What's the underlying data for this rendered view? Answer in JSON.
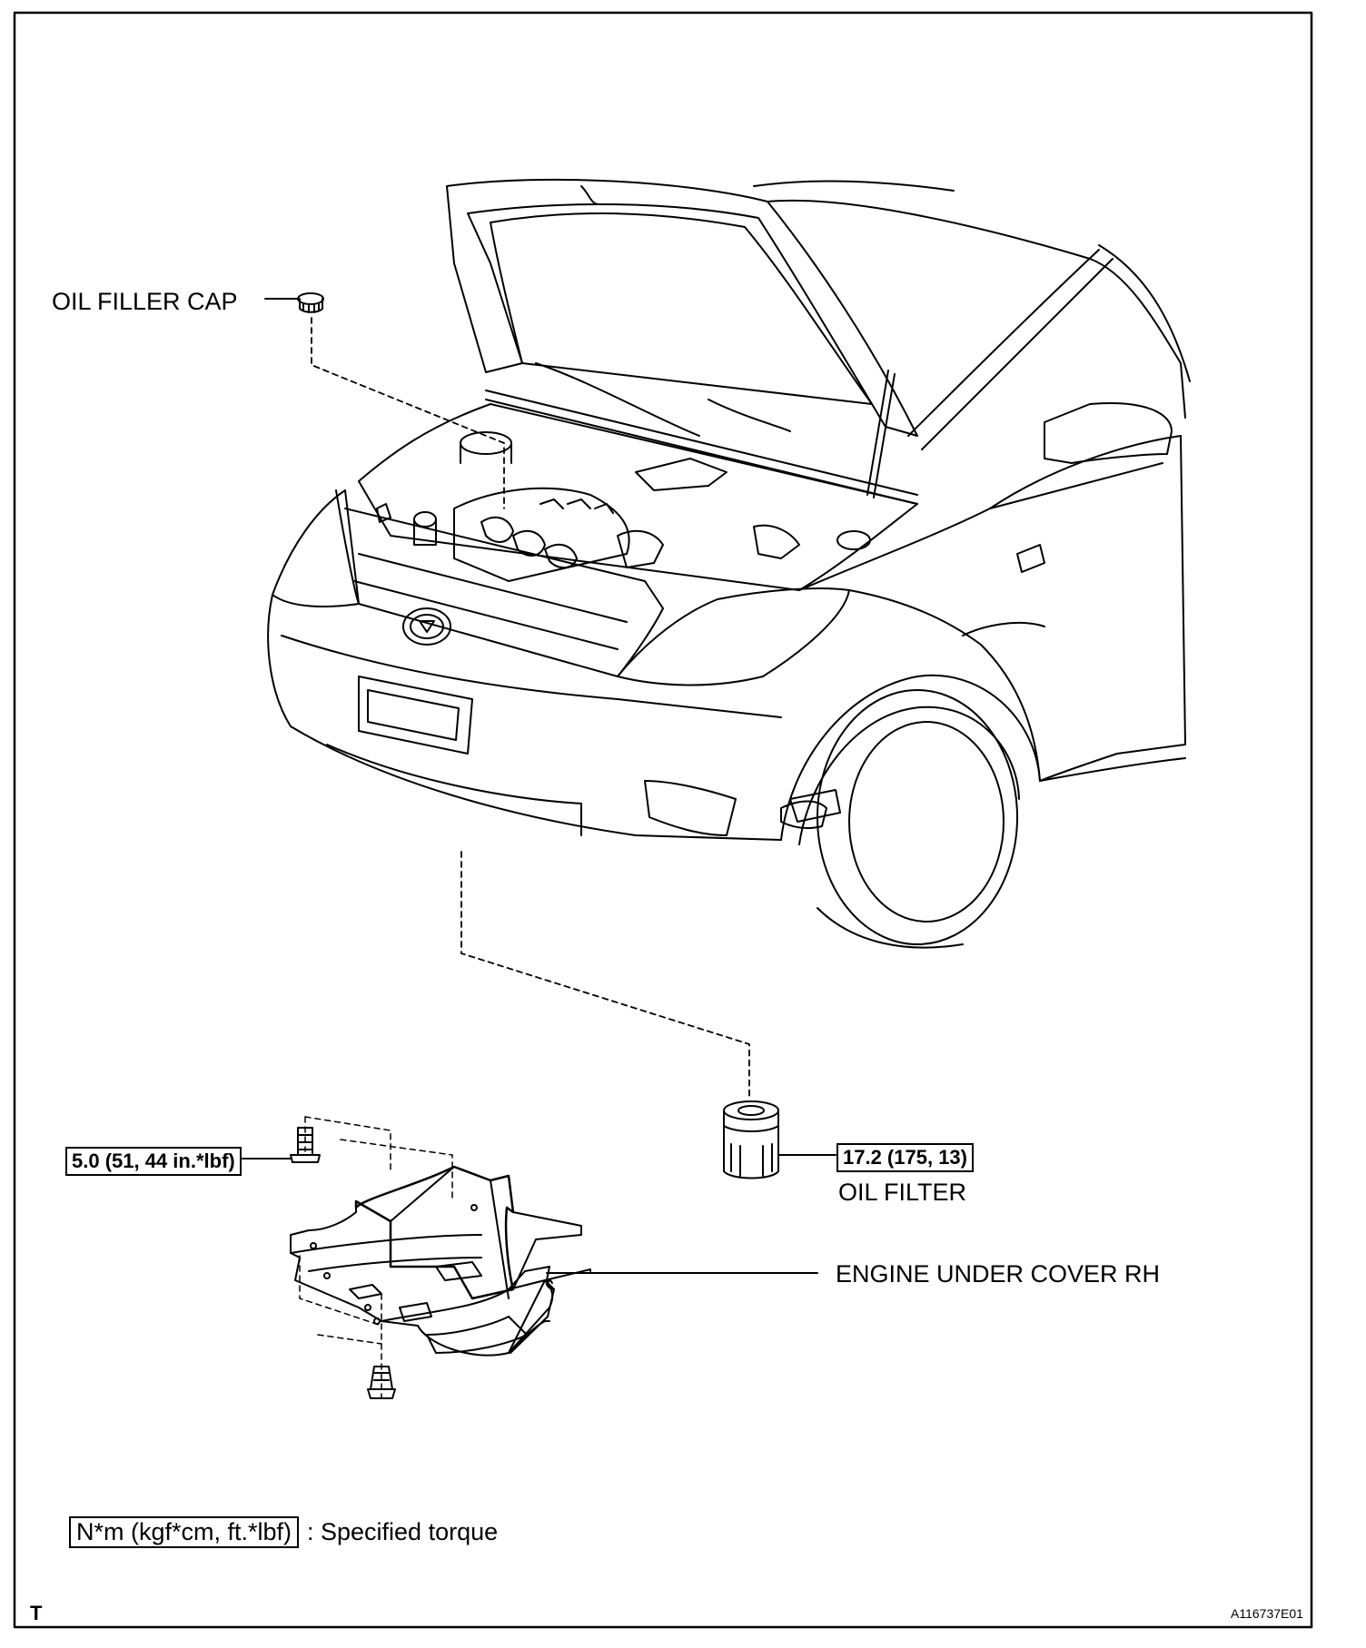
{
  "labels": {
    "oil_filler_cap": "OIL FILLER CAP",
    "oil_filter": "OIL FILTER",
    "engine_under_cover": "ENGINE UNDER COVER RH"
  },
  "torques": {
    "under_cover_bolt": "5.0 (51, 44 in.*lbf)",
    "oil_filter": "17.2 (175, 13)"
  },
  "legend": {
    "unit_box": "N*m (kgf*cm, ft.*lbf)",
    "description": ": Specified torque"
  },
  "corner_mark": "T",
  "figure_id": "A116737E01"
}
